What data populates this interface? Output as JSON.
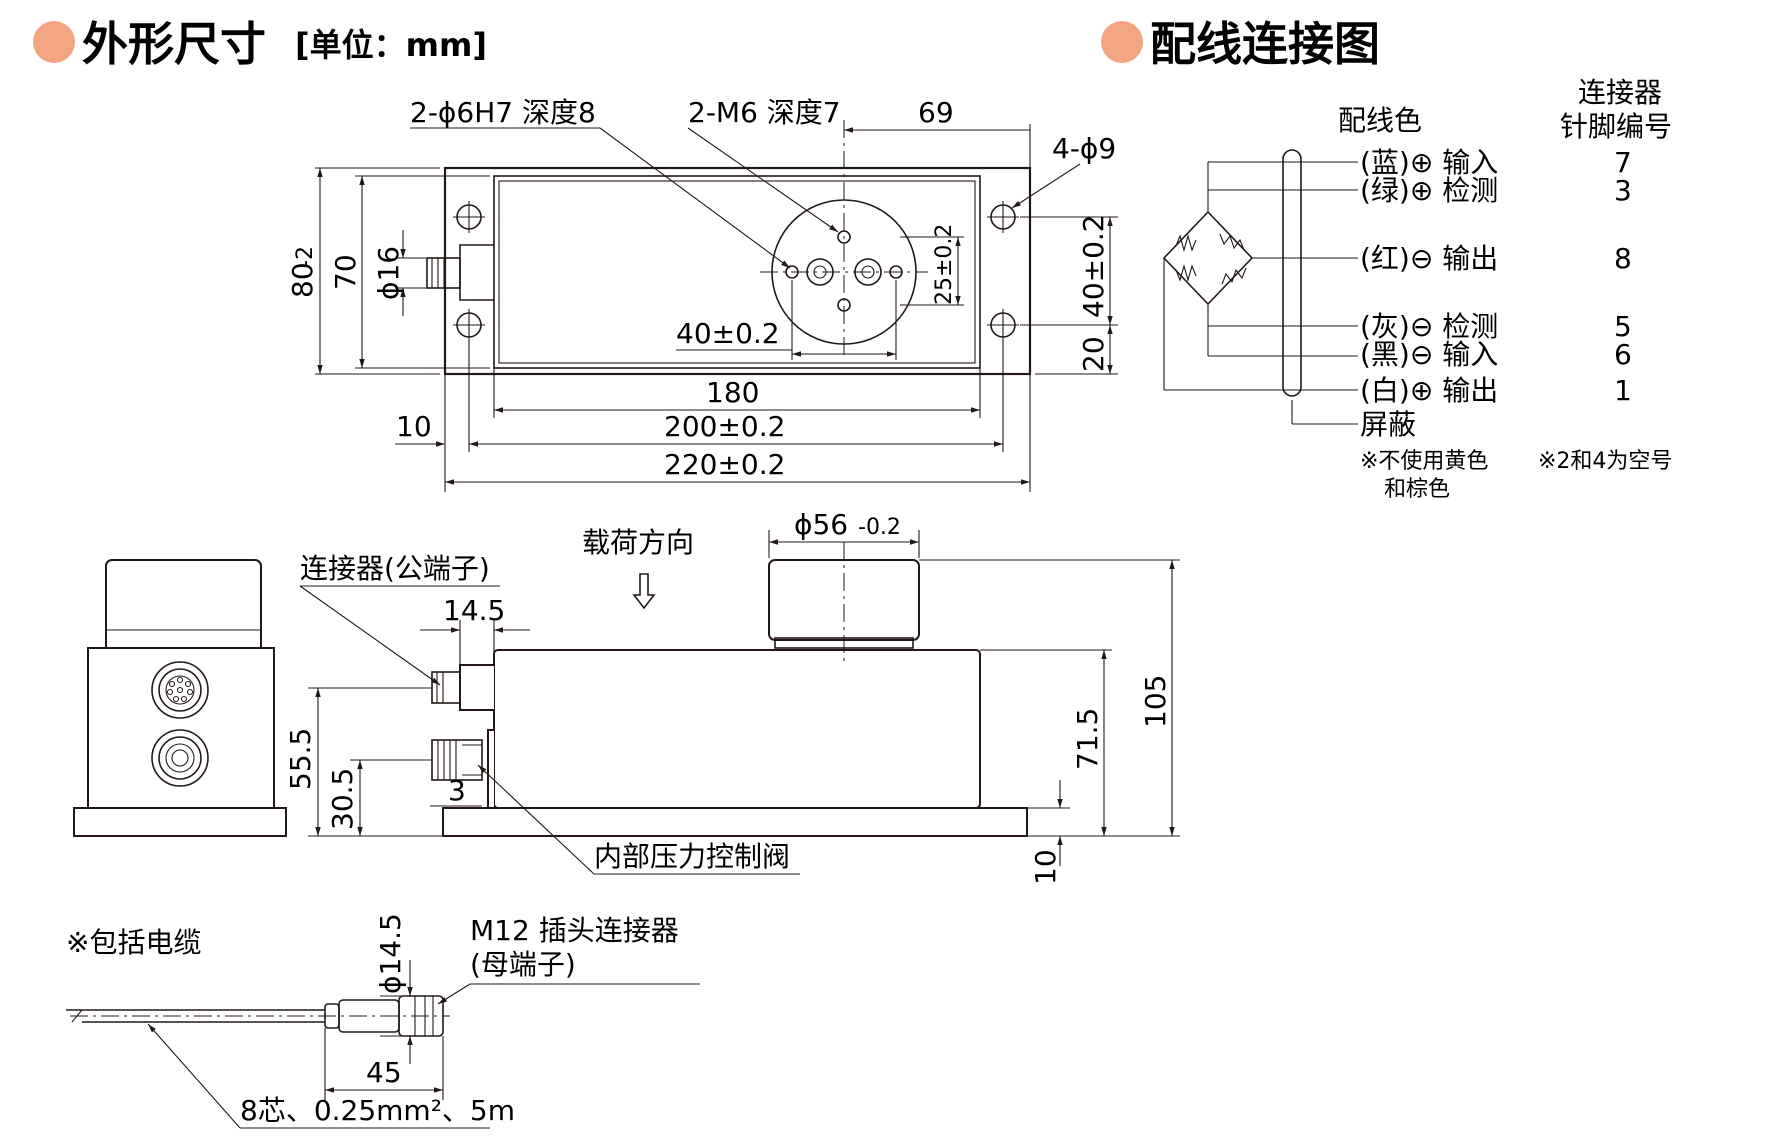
{
  "sections": {
    "dimensions": {
      "title": "外形尺寸",
      "unit": "[单位：mm]"
    },
    "wiring": {
      "title": "配线连接图"
    }
  },
  "colors": {
    "bullet": "#F4A582",
    "line": "#231815"
  },
  "top_view": {
    "hole_callout": "2-ϕ6H7 深度8",
    "tap_callout": "2-M6 深度7",
    "dim_69": "69",
    "mount_holes": "4-ϕ9",
    "dim_80": "80",
    "dim_80_tol": "-2",
    "dim_70": "70",
    "dim_16": "ϕ16",
    "dim_25": "25±0.2",
    "dim_40a": "40±0.2",
    "dim_40b": "40±0.2",
    "dim_20": "20",
    "dim_180": "180",
    "dim_10": "10",
    "dim_200": "200±0.2",
    "dim_220": "220±0.2"
  },
  "side_view": {
    "connector_label": "连接器(公端子)",
    "load_direction": "载荷方向",
    "dim_14_5": "14.5",
    "dim_56": "ϕ56",
    "dim_56_tol": "-0.2",
    "dim_55_5": "55.5",
    "dim_30_5": "30.5",
    "dim_3": "3",
    "dim_71_5": "71.5",
    "dim_105": "105",
    "dim_10": "10",
    "valve_label": "内部压力控制阀"
  },
  "cable": {
    "note": "※包括电缆",
    "plug_label_1": "M12 插头连接器",
    "plug_label_2": "(母端子)",
    "dim_14_5": "ϕ14.5",
    "dim_45": "45",
    "spec": "8芯、0.25mm²、5m"
  },
  "wiring": {
    "color_header": "配线色",
    "pin_header_1": "连接器",
    "pin_header_2": "针脚编号",
    "rows": [
      {
        "wire": "(蓝)⊕ 输入",
        "pin": "7"
      },
      {
        "wire": "(绿)⊕ 检测",
        "pin": "3"
      },
      {
        "wire": "(红)⊖ 输出",
        "pin": "8"
      },
      {
        "wire": "(灰)⊖ 检测",
        "pin": "5"
      },
      {
        "wire": "(黑)⊖ 输入",
        "pin": "6"
      },
      {
        "wire": "(白)⊕ 输出",
        "pin": "1"
      }
    ],
    "shield": "屏蔽",
    "note_unused_1": "※不使用黄色",
    "note_unused_2": "和棕色",
    "note_empty": "※2和4为空号"
  }
}
